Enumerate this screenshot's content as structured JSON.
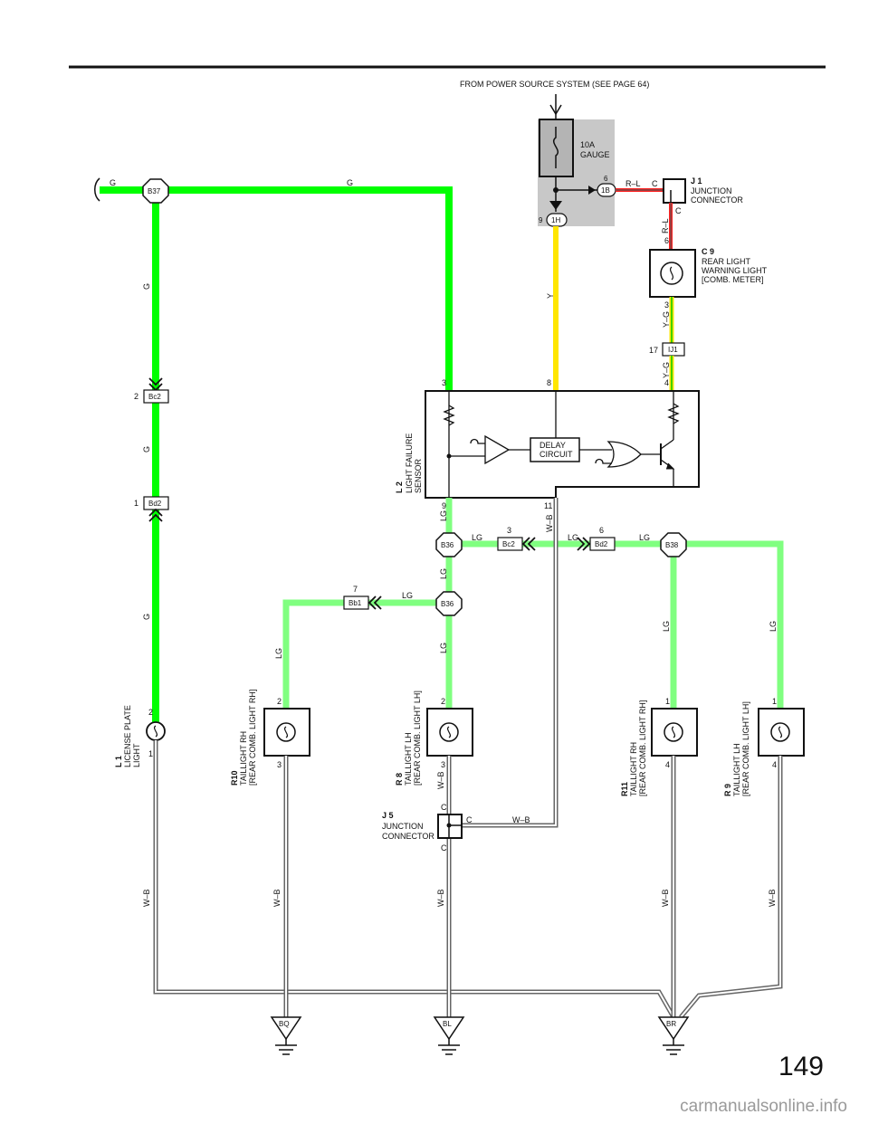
{
  "header": {
    "source_note": "FROM POWER SOURCE SYSTEM (SEE PAGE 64)"
  },
  "fuse": {
    "rating": "10A",
    "name": "GAUGE",
    "out_pin": "6",
    "out_conn": "1B",
    "in_pin": "9",
    "in_conn": "1H"
  },
  "colors": {
    "green": "#00ff00",
    "light_green": "#80ff80",
    "yellow": "#ffe600",
    "red": "#ff2020",
    "wire_gray": "#666666",
    "fuse_box": "#c8c8c8"
  },
  "components": {
    "j1": {
      "code": "J 1",
      "name_line1": "JUNCTION",
      "name_line2": "CONNECTOR",
      "pin_left": "C",
      "pin_bottom": "C"
    },
    "c9": {
      "code": "C 9",
      "line1": "REAR LIGHT",
      "line2": "WARNING LIGHT",
      "line3": "[COMB.  METER]",
      "pin_top": "6",
      "pin_bottom": "3"
    },
    "ij1": {
      "conn": "IJ1",
      "pin": "17"
    },
    "l2": {
      "code": "L 2",
      "line1": "LIGHT FAILURE",
      "line2": "SENSOR",
      "pin_3": "3",
      "pin_8": "8",
      "pin_4": "4",
      "pin_9": "9",
      "pin_11": "11",
      "delay_line1": "DELAY",
      "delay_line2": "CIRCUIT"
    },
    "l1": {
      "code": "L 1",
      "line1": "LICENSE PLATE",
      "line2": "LIGHT",
      "pin_top": "2",
      "pin_bottom": "1"
    },
    "r10": {
      "code": "R10",
      "line1": "TAILLIGHT RH",
      "line2": "[REAR COMB.  LIGHT RH]",
      "pin_top": "2",
      "pin_bottom": "3"
    },
    "r8": {
      "code": "R 8",
      "line1": "TAILLIGHT LH",
      "line2": "[REAR COMB.  LIGHT LH]",
      "pin_top": "2",
      "pin_bottom": "3"
    },
    "r11": {
      "code": "R11",
      "line1": "TAILLIGHT RH",
      "line2": "[REAR COMB.  LIGHT RH]",
      "pin_top": "1",
      "pin_bottom": "4"
    },
    "r9": {
      "code": "R 9",
      "line1": "TAILLIGHT LH",
      "line2": "[REAR COMB.  LIGHT LH]",
      "pin_top": "1",
      "pin_bottom": "4"
    },
    "j5": {
      "code": "J 5",
      "line1": "JUNCTION",
      "line2": "CONNECTOR",
      "pin_top": "C",
      "pin_right": "C",
      "pin_bottom": "C"
    }
  },
  "connectors": {
    "b37": "B37",
    "b36_top": "B36",
    "b36_bottom": "B36",
    "b38": "B38",
    "bc2_left": {
      "name": "Bc2",
      "pin": "2"
    },
    "bd2_left": {
      "name": "Bd2",
      "pin": "1"
    },
    "bc2_mid": {
      "name": "Bc2",
      "pin": "3"
    },
    "bd2_mid": {
      "name": "Bd2",
      "pin": "6"
    },
    "bb1": {
      "name": "Bb1",
      "pin": "7"
    }
  },
  "grounds": {
    "bq": "BQ",
    "bl": "BL",
    "br": "BR"
  },
  "wire_labels": {
    "g": "G",
    "lg": "LG",
    "y": "Y",
    "wb": "W–B",
    "rl": "R–L",
    "yg": "Y–G"
  },
  "page": {
    "number": "149",
    "watermark": "carmanualsonline.info"
  }
}
